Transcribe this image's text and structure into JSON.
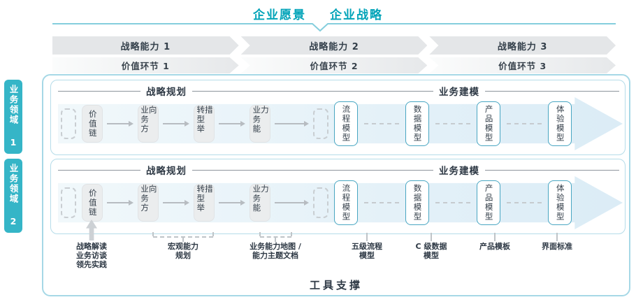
{
  "title": {
    "vision": "企业愿景",
    "strategy": "企业战略"
  },
  "capability_band": [
    "战略能力 1",
    "战略能力 2",
    "战略能力 3"
  ],
  "value_band": [
    "价值环节 1",
    "价值环节 2",
    "价值环节 3"
  ],
  "domains": [
    {
      "label": "业务领域 1",
      "sections": {
        "planning": "战略规划",
        "modeling": "业务建模"
      },
      "boxes": [
        "价值链",
        "业务方向",
        "转型举措",
        "业务能力",
        "流程模型",
        "数据模型",
        "产品模型",
        "体验模型"
      ]
    },
    {
      "label": "业务领域 2",
      "sections": {
        "planning": "战略规划",
        "modeling": "业务建模"
      },
      "boxes": [
        "价值链",
        "业务方向",
        "转型举措",
        "业务能力",
        "流程模型",
        "数据模型",
        "产品模型",
        "体验模型"
      ]
    }
  ],
  "annotations": [
    {
      "lines": [
        "战略解读",
        "业务访谈",
        "领先实践"
      ]
    },
    {
      "lines": [
        "宏观能力",
        "规划"
      ]
    },
    {
      "lines": [
        "业务能力地图 /",
        "能力主题文档"
      ]
    },
    {
      "lines": [
        "五级流程",
        "模型"
      ]
    },
    {
      "lines": [
        "C 级数据",
        "模型"
      ]
    },
    {
      "lines": [
        "产品模板"
      ]
    },
    {
      "lines": [
        "界面标准"
      ]
    }
  ],
  "footer": {
    "tool_support": "工具支撑"
  },
  "colors": {
    "accent_teal": "#00a3b8",
    "sidebar_teal": "#35b5c7",
    "band_gray": "#e4e6e8",
    "box_gray": "#ebedee",
    "model_box_border": "#49a6c2",
    "flow_arrow_fill": "#dbecf6",
    "frame_border": "#a6d8e6",
    "text_dark": "#2e3945"
  }
}
